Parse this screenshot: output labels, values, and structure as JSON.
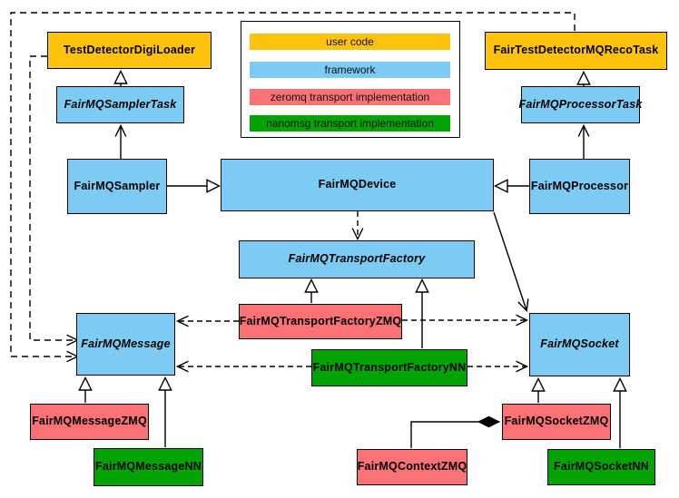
{
  "legend": {
    "items": [
      {
        "label": "user code",
        "color": "#FFC20D"
      },
      {
        "label": "framework",
        "color": "#7BCBF2"
      },
      {
        "label": "zeromq transport implementation",
        "color": "#F87276"
      },
      {
        "label": "nanomsg transport implementation",
        "color": "#04A304"
      }
    ]
  },
  "colors": {
    "user_code": "#FFC20D",
    "framework": "#7BCBF2",
    "zeromq": "#F87276",
    "nanomsg": "#04A304",
    "line": "#000000"
  },
  "nodes": {
    "test_detector_digi_loader": {
      "label": "TestDetectorDigiLoader",
      "category": "user code"
    },
    "fair_test_detector_mq_reco_task": {
      "label": "FairTestDetectorMQRecoTask",
      "category": "user code"
    },
    "fairmq_sampler_task": {
      "label": "FairMQSamplerTask",
      "category": "framework",
      "abstract": true
    },
    "fairmq_processor_task": {
      "label": "FairMQProcessorTask",
      "category": "framework",
      "abstract": true
    },
    "fairmq_sampler": {
      "label": "FairMQSampler",
      "category": "framework"
    },
    "fairmq_device": {
      "label": "FairMQDevice",
      "category": "framework"
    },
    "fairmq_processor": {
      "label": "FairMQProcessor",
      "category": "framework"
    },
    "fairmq_transport_factory": {
      "label": "FairMQTransportFactory",
      "category": "framework",
      "abstract": true
    },
    "fairmq_transport_factory_zmq": {
      "label": "FairMQTransportFactoryZMQ",
      "category": "zeromq"
    },
    "fairmq_transport_factory_nn": {
      "label": "FairMQTransportFactoryNN",
      "category": "nanomsg"
    },
    "fairmq_message": {
      "label": "FairMQMessage",
      "category": "framework",
      "abstract": true
    },
    "fairmq_socket": {
      "label": "FairMQSocket",
      "category": "framework",
      "abstract": true
    },
    "fairmq_message_zmq": {
      "label": "FairMQMessageZMQ",
      "category": "zeromq"
    },
    "fairmq_message_nn": {
      "label": "FairMQMessageNN",
      "category": "nanomsg"
    },
    "fairmq_socket_zmq": {
      "label": "FairMQSocketZMQ",
      "category": "zeromq"
    },
    "fairmq_socket_nn": {
      "label": "FairMQSocketNN",
      "category": "nanomsg"
    },
    "fairmq_context_zmq": {
      "label": "FairMQContextZMQ",
      "category": "zeromq"
    }
  }
}
